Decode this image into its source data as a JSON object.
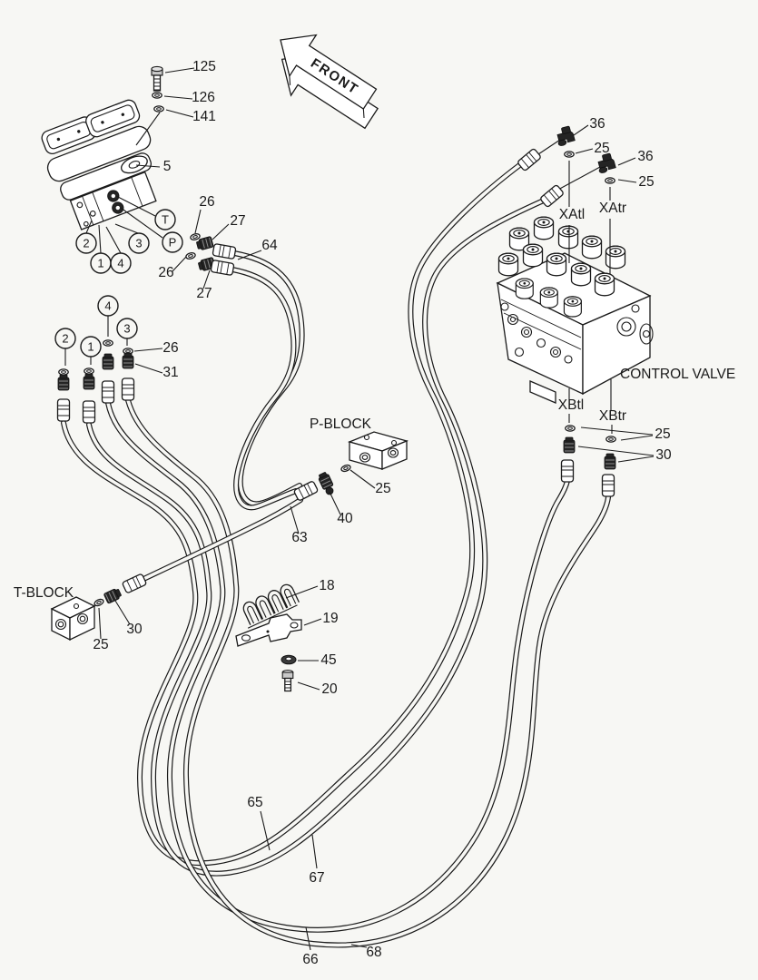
{
  "diagram": {
    "background": "#f7f7f4",
    "line_color": "#1a1a1a",
    "front_label": "FRONT"
  },
  "pilot_valve": {
    "bolt": "125",
    "spring_washer": "126",
    "plain_washer": "141",
    "valve_assy": "5",
    "port_t": "T",
    "port_p": "P",
    "ports": [
      "2",
      "1",
      "4",
      "3"
    ],
    "oring": "26",
    "connector": "27",
    "pt_hose": "64"
  },
  "fitting_group": {
    "ports": [
      "2",
      "1",
      "4",
      "3"
    ],
    "oring": "26",
    "nipple": "31"
  },
  "control_valve": {
    "label": "CONTROL VALVE",
    "port_xatl": "XAtl",
    "port_xatr": "XAtr",
    "port_xbtl": "XBtl",
    "port_xbtr": "XBtr",
    "elbow": "36",
    "oring": "25",
    "nipple": "30"
  },
  "p_block": {
    "label": "P-BLOCK",
    "oring": "25",
    "adapter": "40",
    "hose": "63"
  },
  "t_block": {
    "label": "T-BLOCK",
    "oring": "25",
    "nipple": "30"
  },
  "clamp_group": {
    "clamp": "18",
    "bracket": "19",
    "washer": "45",
    "bolt": "20"
  },
  "hoses": {
    "h63": "63",
    "h64": "64",
    "h65": "65",
    "h66": "66",
    "h67": "67",
    "h68": "68"
  }
}
